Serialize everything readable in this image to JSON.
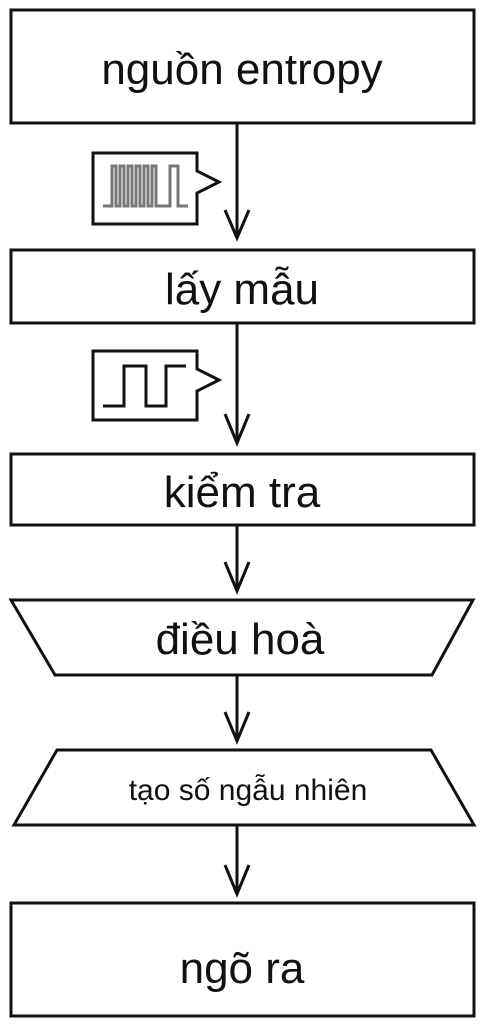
{
  "steps": {
    "entropy_source": "nguồn entropy",
    "sampling": "lấy mẫu",
    "testing": "kiểm tra",
    "conditioning": "điều hoà",
    "rng": "tạo số ngẫu nhiên",
    "output": "ngõ ra"
  },
  "colors": {
    "stroke": "#111111",
    "background": "#ffffff",
    "noise_signal": "#777777"
  }
}
